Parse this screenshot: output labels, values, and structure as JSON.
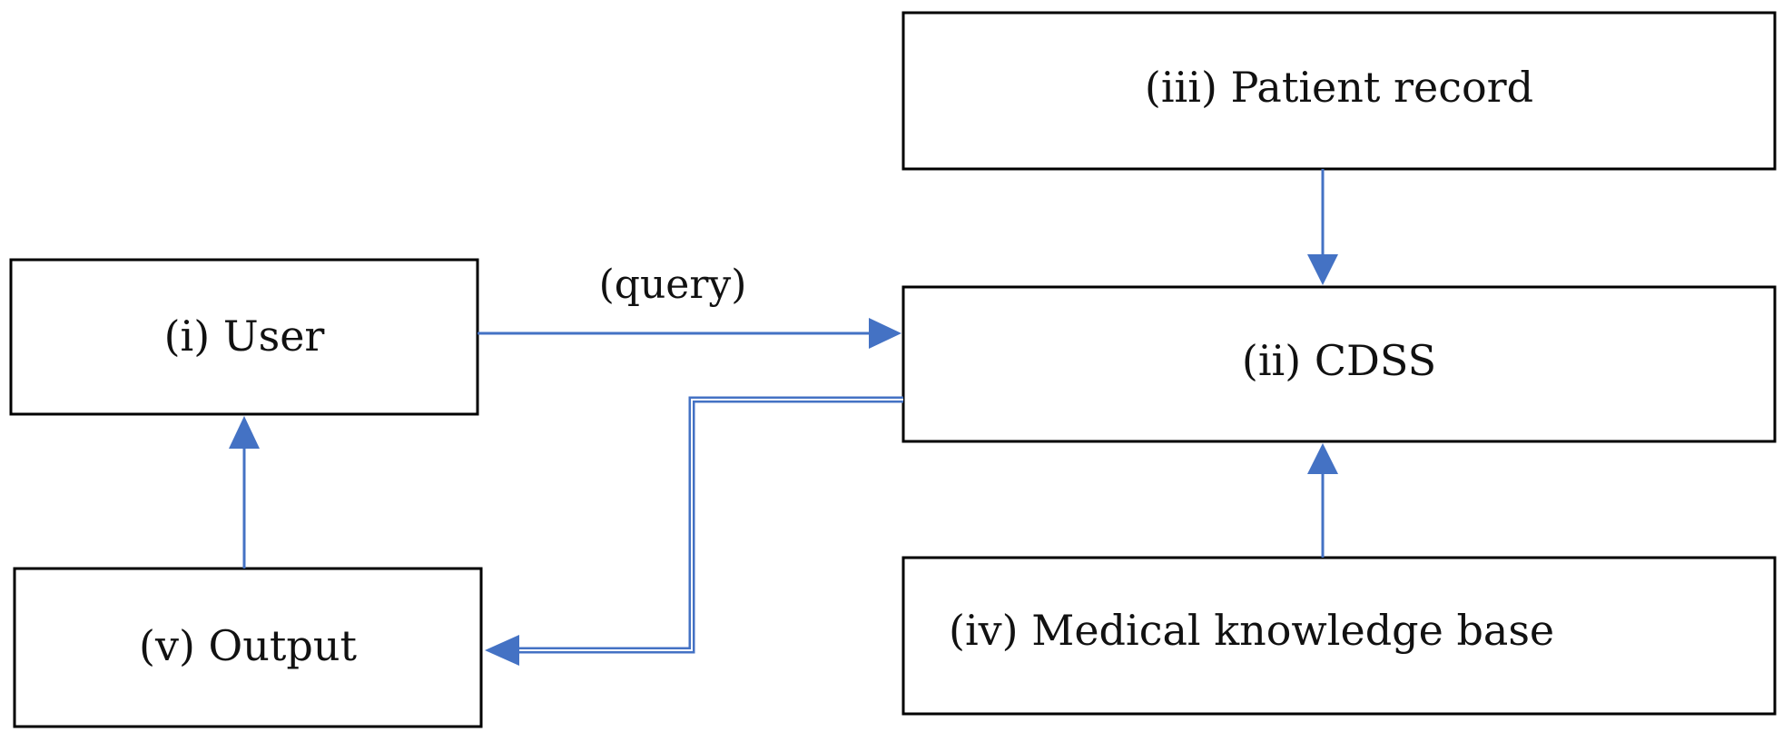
{
  "nodes": {
    "user": {
      "label": "(i) User"
    },
    "cdss": {
      "label": "(ii) CDSS"
    },
    "patient_record": {
      "label": "(iii) Patient record"
    },
    "knowledge_base": {
      "label": "(iv) Medical knowledge base"
    },
    "output": {
      "label": "(v) Output"
    }
  },
  "edges": {
    "query": {
      "label": "(query)"
    }
  },
  "colors": {
    "connector": "#4472c4",
    "box_border": "#000000",
    "background": "#ffffff"
  }
}
